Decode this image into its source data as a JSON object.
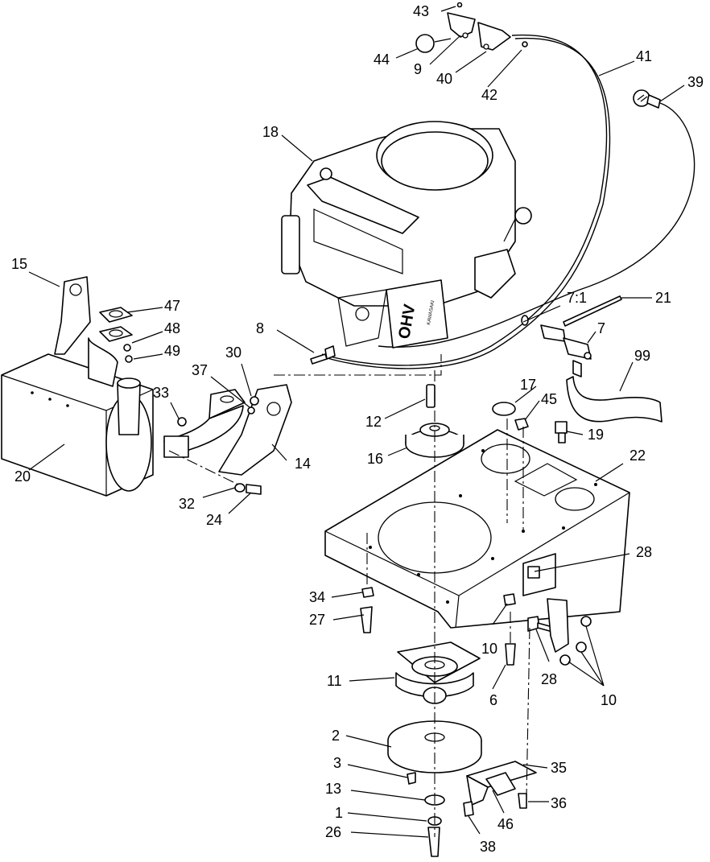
{
  "callouts": [
    {
      "id": "c43",
      "text": "43"
    },
    {
      "id": "c44",
      "text": "44"
    },
    {
      "id": "c9",
      "text": "9"
    },
    {
      "id": "c40",
      "text": "40"
    },
    {
      "id": "c42",
      "text": "42"
    },
    {
      "id": "c41",
      "text": "41"
    },
    {
      "id": "c39",
      "text": "39"
    },
    {
      "id": "c18",
      "text": "18"
    },
    {
      "id": "c15",
      "text": "15"
    },
    {
      "id": "c47",
      "text": "47"
    },
    {
      "id": "c48",
      "text": "48"
    },
    {
      "id": "c49",
      "text": "49"
    },
    {
      "id": "c8",
      "text": "8"
    },
    {
      "id": "c30",
      "text": "30"
    },
    {
      "id": "c37",
      "text": "37"
    },
    {
      "id": "c33",
      "text": "33"
    },
    {
      "id": "c7_1",
      "text": "7:1"
    },
    {
      "id": "c21",
      "text": "21"
    },
    {
      "id": "c7",
      "text": "7"
    },
    {
      "id": "c99",
      "text": "99"
    },
    {
      "id": "c17",
      "text": "17"
    },
    {
      "id": "c45",
      "text": "45"
    },
    {
      "id": "c12",
      "text": "12"
    },
    {
      "id": "c19",
      "text": "19"
    },
    {
      "id": "c16",
      "text": "16"
    },
    {
      "id": "c22",
      "text": "22"
    },
    {
      "id": "c14",
      "text": "14"
    },
    {
      "id": "c20",
      "text": "20"
    },
    {
      "id": "c32",
      "text": "32"
    },
    {
      "id": "c24",
      "text": "24"
    },
    {
      "id": "c28a",
      "text": "28"
    },
    {
      "id": "c34",
      "text": "34"
    },
    {
      "id": "c27",
      "text": "27"
    },
    {
      "id": "c10a",
      "text": "10"
    },
    {
      "id": "c28b",
      "text": "28"
    },
    {
      "id": "c10b",
      "text": "10"
    },
    {
      "id": "c11",
      "text": "11"
    },
    {
      "id": "c6",
      "text": "6"
    },
    {
      "id": "c2",
      "text": "2"
    },
    {
      "id": "c35",
      "text": "35"
    },
    {
      "id": "c3",
      "text": "3"
    },
    {
      "id": "c13",
      "text": "13"
    },
    {
      "id": "c36",
      "text": "36"
    },
    {
      "id": "c1",
      "text": "1"
    },
    {
      "id": "c46",
      "text": "46"
    },
    {
      "id": "c26",
      "text": "26"
    },
    {
      "id": "c38",
      "text": "38"
    }
  ],
  "engine_badge": "OHV",
  "engine_brand": "KAWASAKI"
}
